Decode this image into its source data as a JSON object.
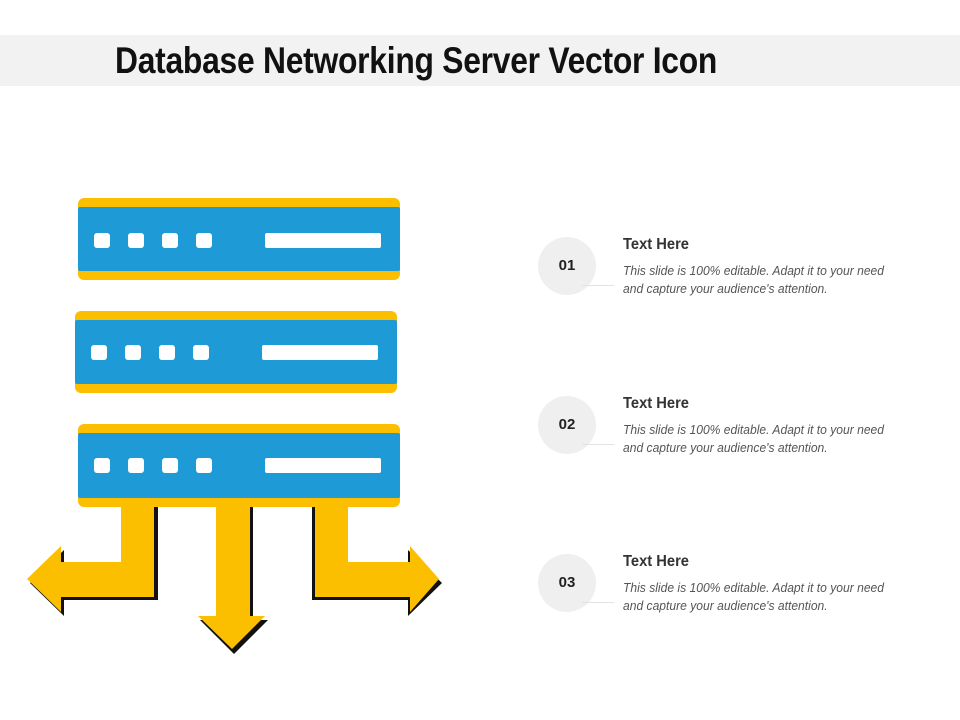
{
  "slide": {
    "title": "Database Networking Server Vector Icon"
  },
  "colors": {
    "server_blue": "#1e9ad6",
    "accent_yellow": "#fbbf00",
    "shadow_black": "#111111",
    "title_bar": "#f2f2f2",
    "circle": "#efefef"
  },
  "icon": {
    "name": "database-server-icon",
    "server_units": 3,
    "arrows": [
      "left",
      "down",
      "right"
    ]
  },
  "items": [
    {
      "number": "01",
      "heading": "Text Here",
      "description": "This slide is 100% editable. Adapt it to your need and capture your audience's attention."
    },
    {
      "number": "02",
      "heading": "Text Here",
      "description": "This slide is 100% editable. Adapt it to your need and capture your audience's attention."
    },
    {
      "number": "03",
      "heading": "Text Here",
      "description": "This slide is 100% editable. Adapt it to your need and capture your audience's attention."
    }
  ]
}
